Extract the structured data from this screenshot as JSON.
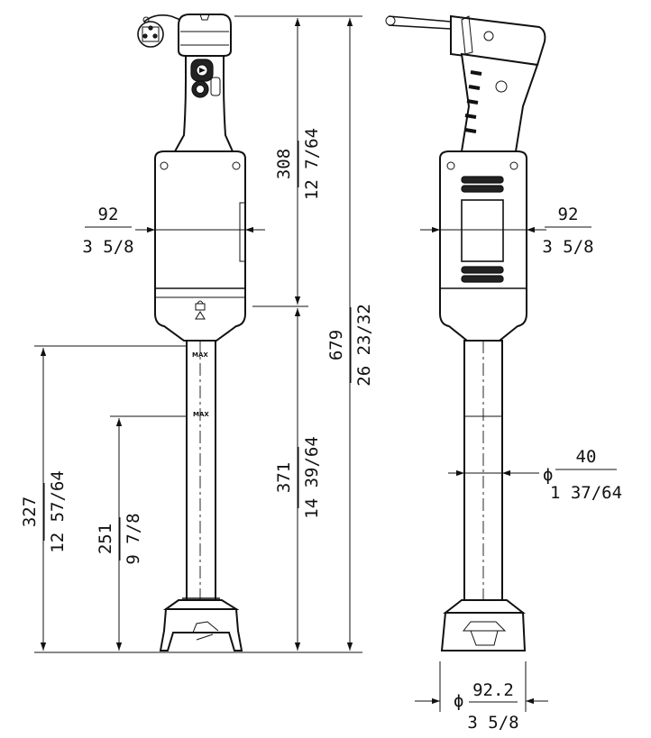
{
  "dimensions": {
    "upper_height": {
      "metric": "308",
      "imperial": "12 7/64"
    },
    "lower_height": {
      "metric": "371",
      "imperial": "14 39/64"
    },
    "total_height": {
      "metric": "679",
      "imperial": "26 23/32"
    },
    "motor_width_front": {
      "metric": "92",
      "imperial": "3 5/8"
    },
    "motor_width_side": {
      "metric": "92",
      "imperial": "3 5/8"
    },
    "max_immersion": {
      "metric": "327",
      "imperial": "12 57/64"
    },
    "min_immersion": {
      "metric": "251",
      "imperial": "9 7/8"
    },
    "shaft_diameter": {
      "symbol": "ϕ",
      "metric": "40",
      "imperial": "1 37/64"
    },
    "bell_diameter": {
      "symbol": "ϕ",
      "metric": "92.2",
      "imperial": "3 5/8"
    }
  },
  "shaft_marks": {
    "max_line": "MAX",
    "top_line": "MAX"
  }
}
